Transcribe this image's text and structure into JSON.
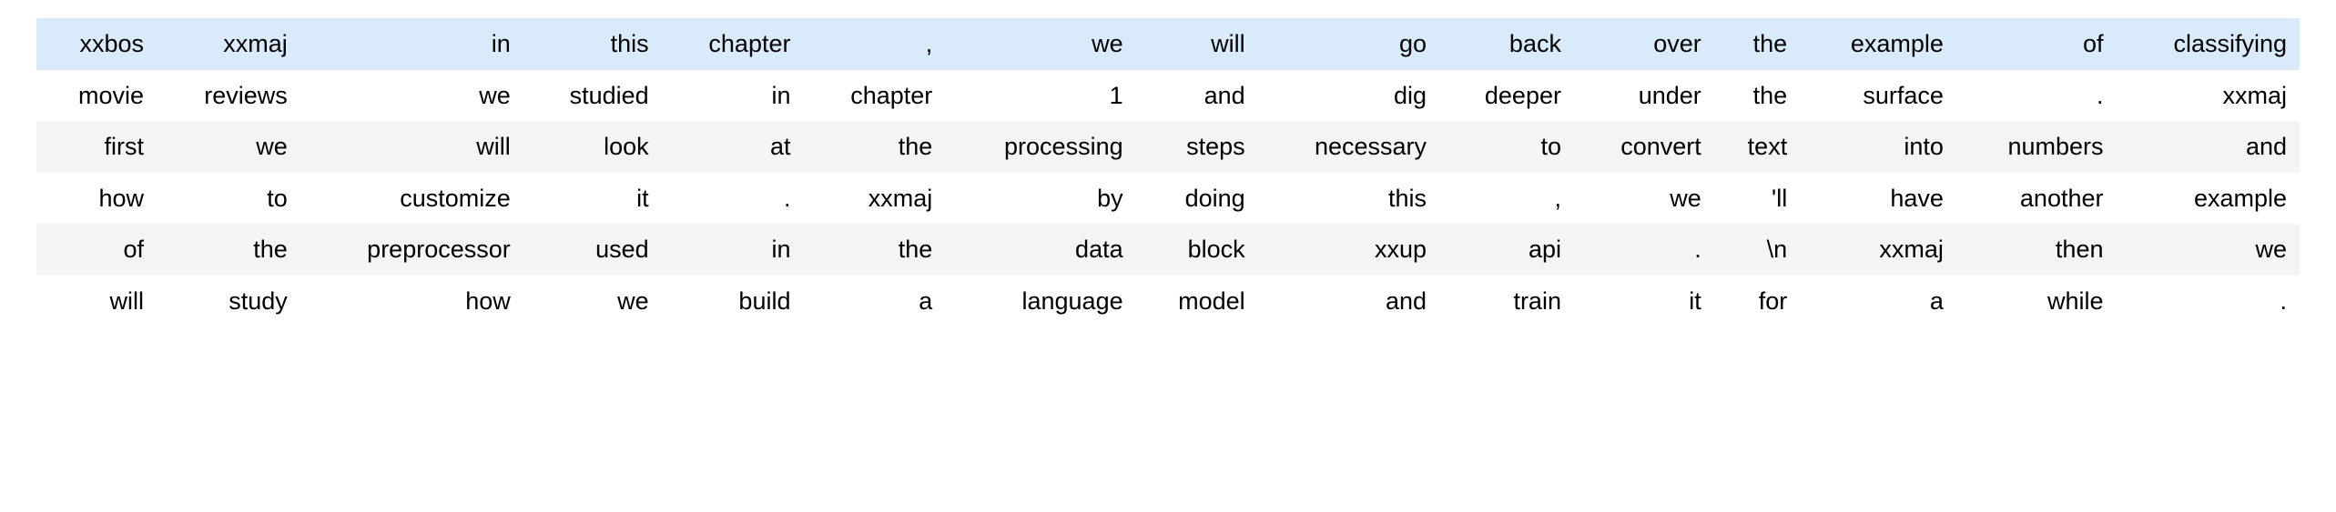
{
  "table": {
    "kind": "token-grid",
    "colors": {
      "highlight_row_bg": "#d9eafb",
      "stripe_row_bg": "#f4f4f4",
      "plain_row_bg": "#ffffff",
      "text": "#000000",
      "page_bg": "#ffffff"
    },
    "column_count": 16,
    "row_count": 6,
    "rows": [
      {
        "style": "highlight",
        "cells": [
          "xxbos",
          "xxmaj",
          "in",
          "this",
          "chapter",
          ",",
          "we",
          "will",
          "go",
          "back",
          "over",
          "the",
          "example",
          "of",
          "classifying"
        ]
      },
      {
        "style": "plain",
        "cells": [
          "movie",
          "reviews",
          "we",
          "studied",
          "in",
          "chapter",
          "1",
          "and",
          "dig",
          "deeper",
          "under",
          "the",
          "surface",
          ".",
          "xxmaj"
        ]
      },
      {
        "style": "stripe",
        "cells": [
          "first",
          "we",
          "will",
          "look",
          "at",
          "the",
          "processing",
          "steps",
          "necessary",
          "to",
          "convert",
          "text",
          "into",
          "numbers",
          "and"
        ]
      },
      {
        "style": "plain",
        "cells": [
          "how",
          "to",
          "customize",
          "it",
          ".",
          "xxmaj",
          "by",
          "doing",
          "this",
          ",",
          "we",
          "'ll",
          "have",
          "another",
          "example"
        ]
      },
      {
        "style": "stripe",
        "cells": [
          "of",
          "the",
          "preprocessor",
          "used",
          "in",
          "the",
          "data",
          "block",
          "xxup",
          "api",
          ".",
          "\\n",
          "xxmaj",
          "then",
          "we"
        ]
      },
      {
        "style": "plain",
        "cells": [
          "will",
          "study",
          "how",
          "we",
          "build",
          "a",
          "language",
          "model",
          "and",
          "train",
          "it",
          "for",
          "a",
          "while",
          "."
        ]
      }
    ]
  }
}
